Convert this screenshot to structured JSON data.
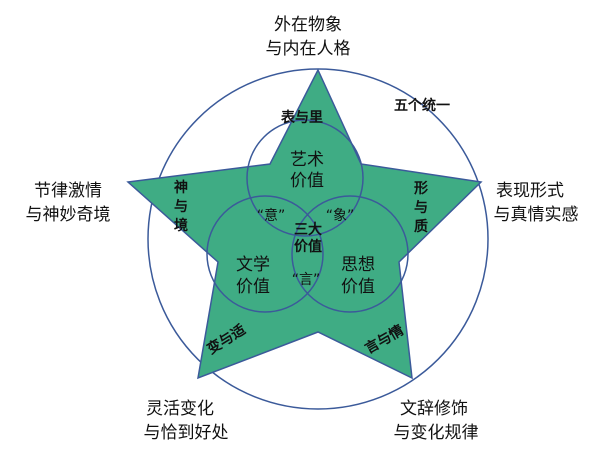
{
  "colors": {
    "star_fill": "#3fac84",
    "stroke": "#3b5a9a",
    "text": "#111111",
    "background": "#ffffff"
  },
  "title": "五个统一",
  "center": [
    "三大",
    "价值"
  ],
  "values": {
    "art": [
      "艺术",
      "价值"
    ],
    "literature": [
      "文学",
      "价值"
    ],
    "thought": [
      "思想",
      "价值"
    ]
  },
  "intersections": {
    "yi": "“意”",
    "xiang": "“象”",
    "yan": "“言”"
  },
  "star_points": {
    "top": "表与里",
    "left": [
      "神",
      "与",
      "境"
    ],
    "right": [
      "形",
      "与",
      "质"
    ],
    "bottom_left": "变与适",
    "bottom_right": "言与情"
  },
  "outer_labels": {
    "top": [
      "外在物象",
      "与内在人格"
    ],
    "left": [
      "节律激情",
      "与神妙奇境"
    ],
    "right": [
      "表现形式",
      "与真情实感"
    ],
    "bottom_left": [
      "灵活变化",
      "与恰到好处"
    ],
    "bottom_right": [
      "文辞修饰",
      "与变化规律"
    ]
  }
}
